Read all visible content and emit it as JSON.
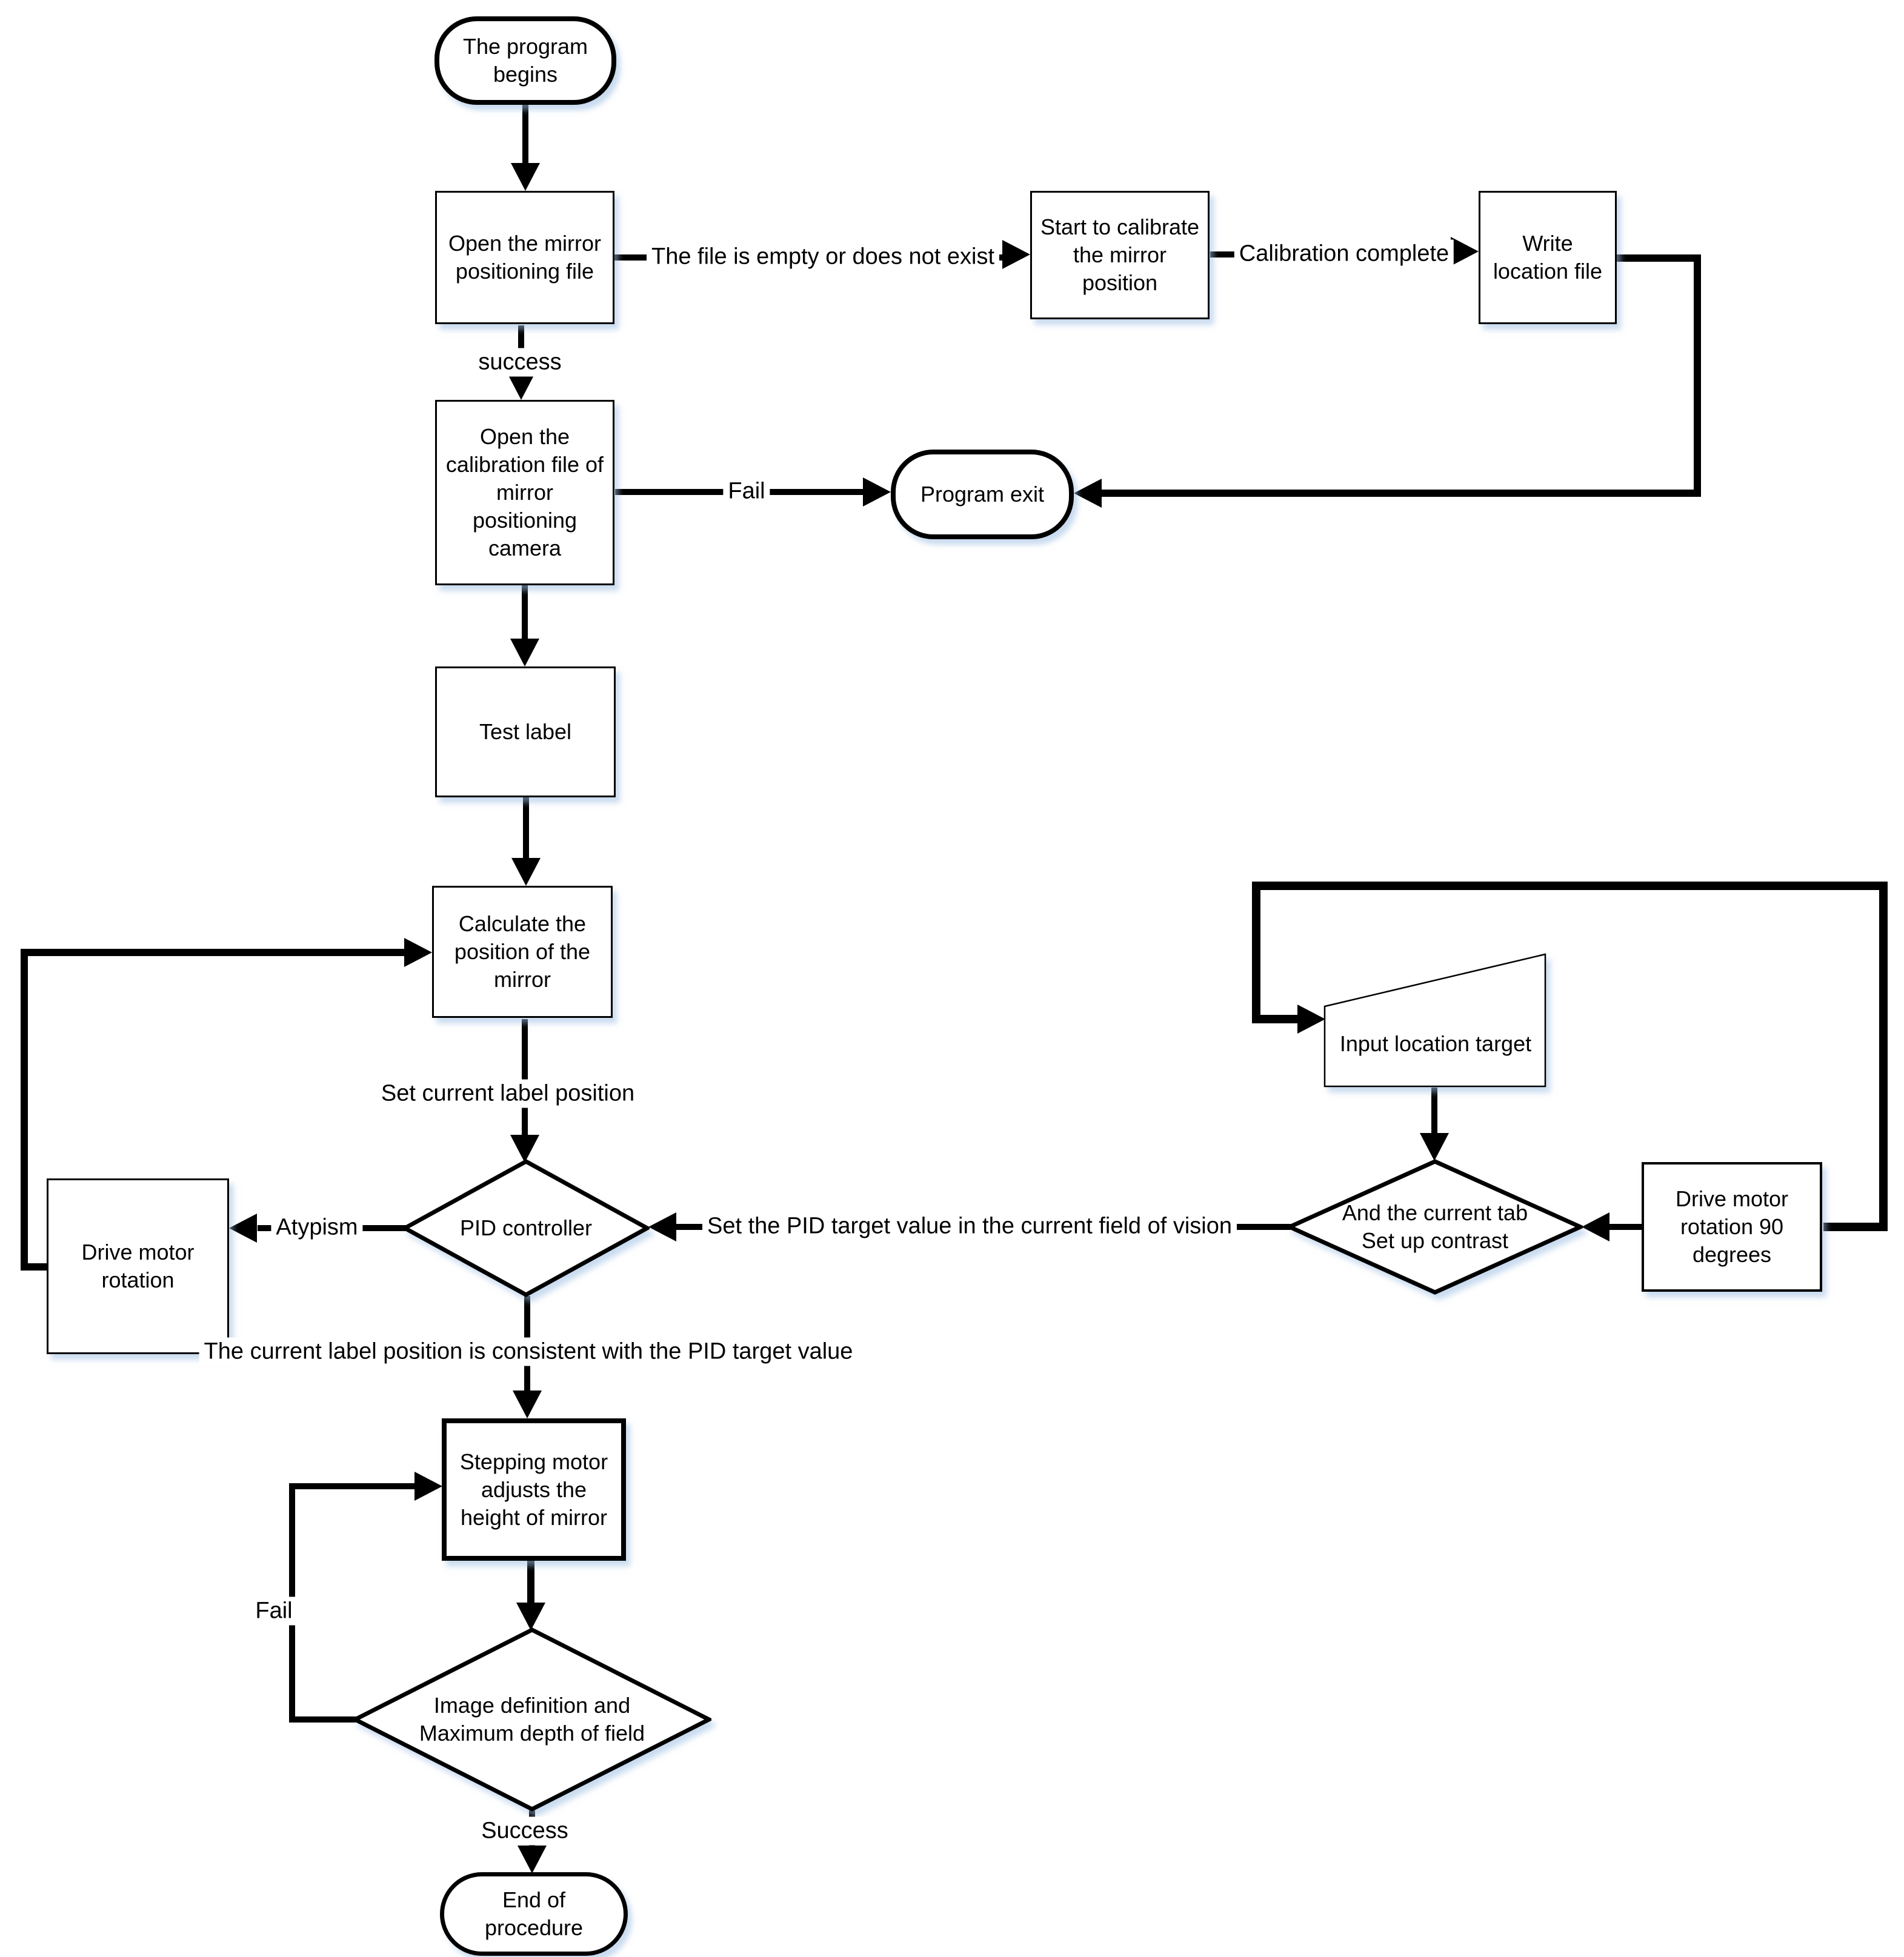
{
  "diagram": {
    "type": "flowchart",
    "nodes": {
      "start": "The program begins",
      "open_mirror_file": "Open the mirror positioning file",
      "start_calibrate": "Start to calibrate the mirror position",
      "write_location": "Write location file",
      "program_exit": "Program exit",
      "open_calibration_file": "Open the calibration file of mirror positioning camera",
      "test_label": "Test label",
      "calc_mirror_position": "Calculate the position of the mirror",
      "drive_motor_rotation": "Drive motor rotation",
      "pid_controller": "PID controller",
      "input_location_target": "Input location target",
      "compare_line1": "And the current tab",
      "compare_line2": "Set up contrast",
      "drive_motor_90": "Drive motor rotation 90 degrees",
      "stepping_motor": "Stepping motor adjusts the height of mirror",
      "image_definition_line1": "Image definition and",
      "image_definition_line2": "Maximum depth of field",
      "end": "End of procedure"
    },
    "edge_labels": {
      "file_empty": "The file is empty or does not exist",
      "calibration_complete": "Calibration complete",
      "success_lower": "success",
      "fail_to_exit": "Fail",
      "set_current_label": "Set current label position",
      "atypism": "Atypism",
      "pid_consistent": "The current label position is consistent with the PID target value",
      "set_pid_target": "Set the PID target value in the current field of vision",
      "fail_loop": "Fail",
      "success_cap": "Success"
    },
    "colors": {
      "stroke": "#000000",
      "fill": "#ffffff",
      "shadow": "#9dbee2",
      "background": "#ffffff"
    }
  }
}
